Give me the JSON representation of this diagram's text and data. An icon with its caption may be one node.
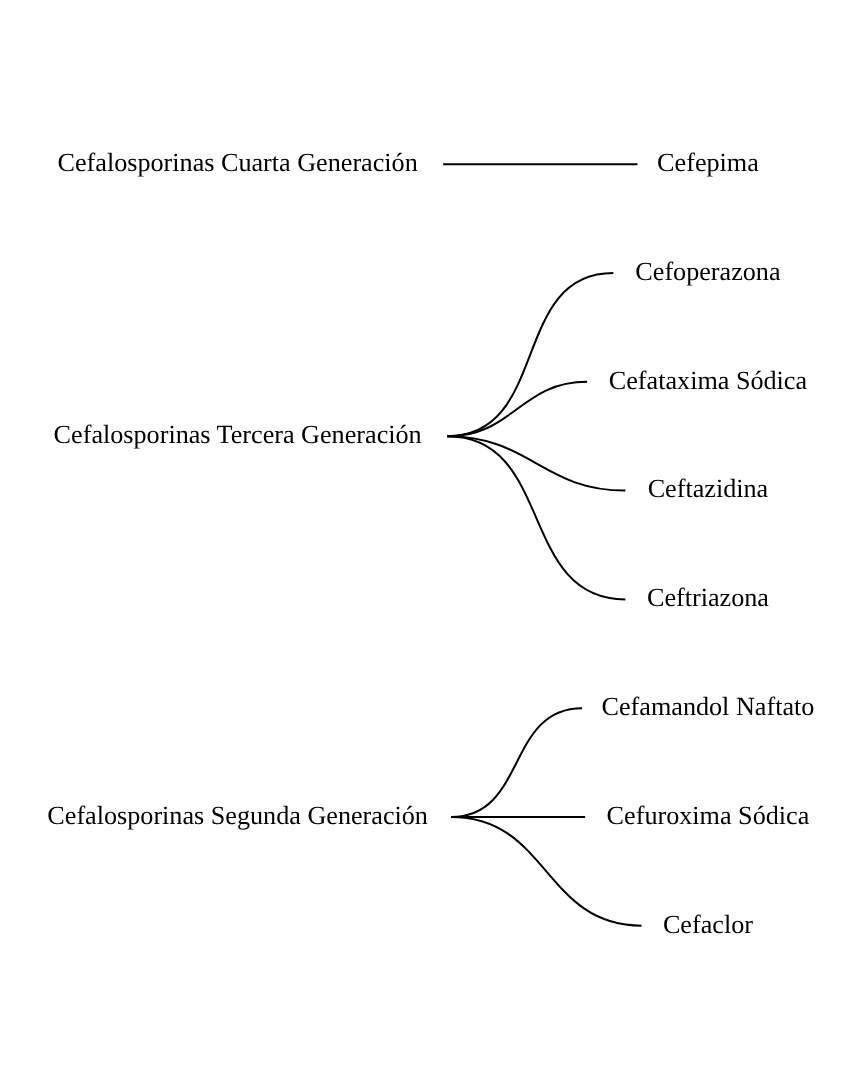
{
  "diagram": {
    "nodes": [
      {
        "text": [
          "Cefalosporinas Segunda Generación"
        ]
      },
      {
        "text": [
          "Cefamandol Naftato"
        ]
      },
      {
        "text": [
          "Cefuroxima Sódica"
        ]
      },
      {
        "text": [
          "Cefaclor"
        ]
      },
      {
        "text": [
          "Cefalosporinas Tercera Generación"
        ]
      },
      {
        "text": [
          "Cefoperazona"
        ]
      },
      {
        "text": [
          "Cefataxima Sódica"
        ]
      },
      {
        "text": [
          "Ceftazidina"
        ]
      },
      {
        "text": [
          "Ceftriazona"
        ]
      },
      {
        "text": [
          "Cefalosporinas Cuarta Generación"
        ]
      },
      {
        "text": [
          "Cefepima"
        ]
      }
    ],
    "edges": [
      {
        "from": 0,
        "to": 1,
        "arrow": "none"
      },
      {
        "from": 0,
        "to": 2,
        "arrow": "none"
      },
      {
        "from": 0,
        "to": 3,
        "arrow": "none"
      },
      {
        "from": 4,
        "to": 5,
        "arrow": "none"
      },
      {
        "from": 4,
        "to": 6,
        "arrow": "none"
      },
      {
        "from": 4,
        "to": 7,
        "arrow": "none"
      },
      {
        "from": 4,
        "to": 8,
        "arrow": "none"
      },
      {
        "from": 9,
        "to": 10,
        "arrow": "none"
      }
    ]
  }
}
